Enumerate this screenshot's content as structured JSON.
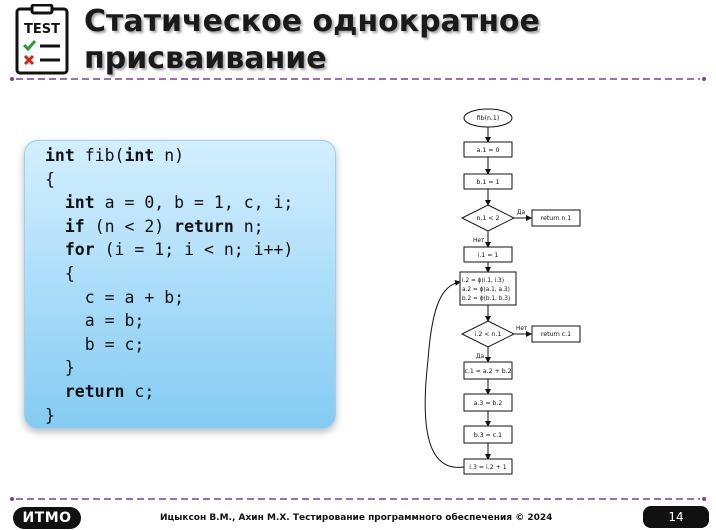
{
  "slide": {
    "title_line1": "Статическое однократное",
    "title_line2": "присваивание",
    "icon_text": "TEST",
    "accent_color": "#7b3fa0"
  },
  "code": {
    "lines": [
      [
        {
          "t": "int",
          "kw": true
        },
        {
          "t": " fib("
        },
        {
          "t": "int",
          "kw": true
        },
        {
          "t": " n)"
        }
      ],
      [
        {
          "t": "{"
        }
      ],
      [
        {
          "t": "  "
        },
        {
          "t": "int",
          "kw": true
        },
        {
          "t": " a = 0, b = 1, c, i;"
        }
      ],
      [
        {
          "t": "  "
        },
        {
          "t": "if",
          "kw": true
        },
        {
          "t": " (n < 2) "
        },
        {
          "t": "return",
          "kw": true
        },
        {
          "t": " n;"
        }
      ],
      [
        {
          "t": "  "
        },
        {
          "t": "for",
          "kw": true
        },
        {
          "t": " (i = 1; i < n; i++)"
        }
      ],
      [
        {
          "t": "  {"
        }
      ],
      [
        {
          "t": "    c = a + b;"
        }
      ],
      [
        {
          "t": "    a = b;"
        }
      ],
      [
        {
          "t": "    b = c;"
        }
      ],
      [
        {
          "t": "  }"
        }
      ],
      [
        {
          "t": "  "
        },
        {
          "t": "return",
          "kw": true
        },
        {
          "t": " c;"
        }
      ],
      [
        {
          "t": "}"
        }
      ]
    ]
  },
  "flowchart": {
    "start": "fib(n.1)",
    "a1": "a.1 = 0",
    "b1": "b.1 = 1",
    "cond1": "n.1 < 2",
    "yes1": "Да",
    "ret_n": "return n.1",
    "no1": "Нет",
    "i1": "i.1 = 1",
    "phi": [
      "i.2 = ϕ(i.1, i.3)",
      "a.2 = ϕ(a.1, a.3)",
      "b.2 = ϕ(b.1, b.3)"
    ],
    "cond2": "i.2 < n.1",
    "no2": "Нет",
    "ret_c": "return c.1",
    "yes2": "Да",
    "c1": "c.1 = a.2 + b.2",
    "a3": "a.3 = b.2",
    "b3": "b.3 = c.1",
    "i3": "i.3 = i.2 + 1"
  },
  "footer": {
    "logo": "ИТМО",
    "credits": "Ицыксон В.М., Ахин М.Х. Тестирование программного обеспечения © 2024",
    "page_number": "14"
  }
}
